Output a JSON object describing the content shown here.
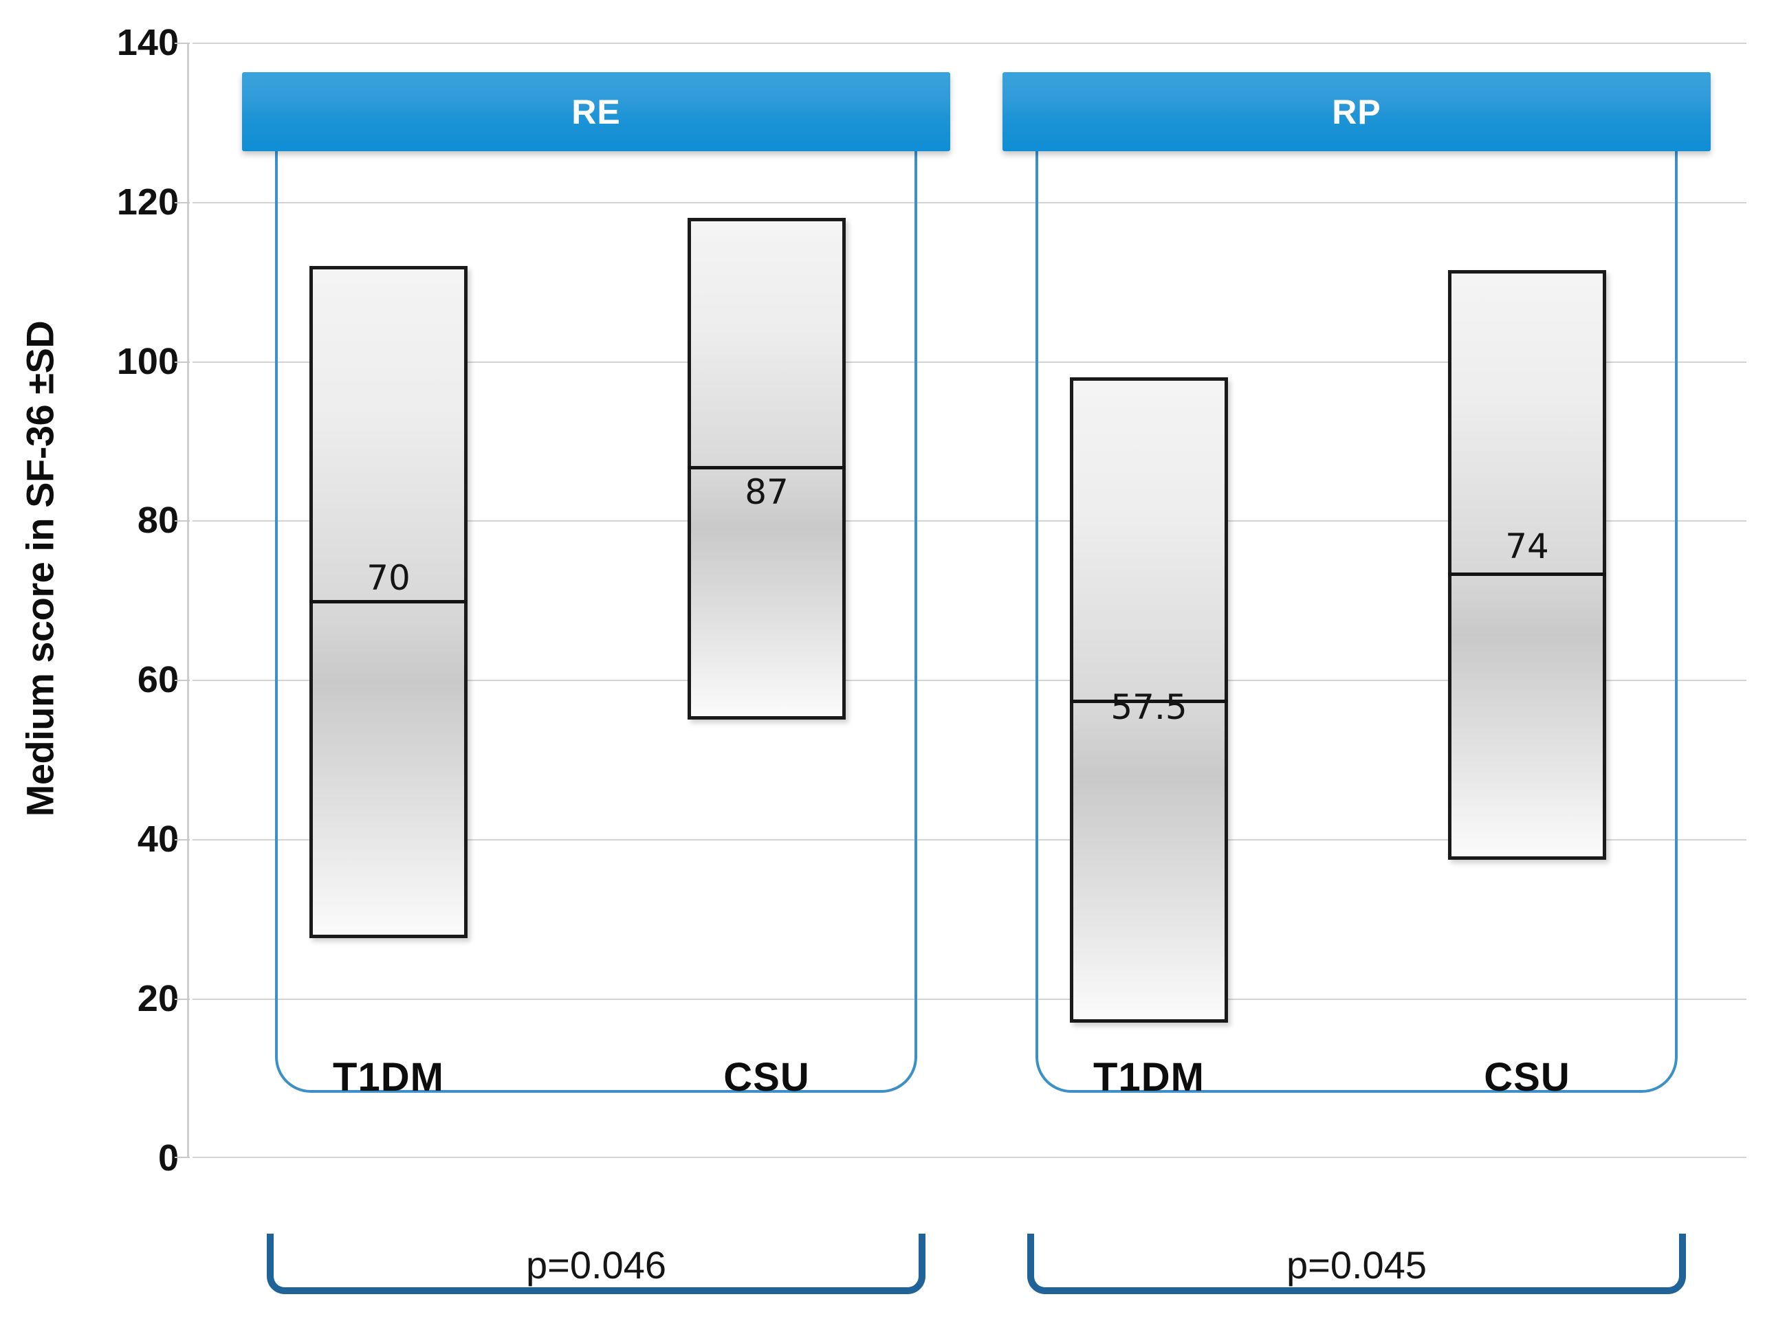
{
  "chart_data": {
    "type": "bar",
    "title": "",
    "subtitle": "",
    "xlabel": "",
    "ylabel": "Medium score in SF-36 ±SD",
    "ylim": [
      0,
      140
    ],
    "yticks": [
      "0",
      "20",
      "40",
      "60",
      "80",
      "100",
      "120",
      "140"
    ],
    "ytick_values": [
      0,
      20,
      40,
      60,
      80,
      100,
      120,
      140
    ],
    "grid": true,
    "legend": "none",
    "categories": [
      "T1DM",
      "CSU"
    ],
    "groups": [
      {
        "name": "RE",
        "p_value_label": "p=0.046",
        "bars": [
          {
            "category": "T1DM",
            "low": 27.5,
            "high": 112,
            "median": 70,
            "median_label": "70"
          },
          {
            "category": "CSU",
            "low": 55,
            "high": 118,
            "median": 87,
            "median_label": "87"
          }
        ]
      },
      {
        "name": "RP",
        "p_value_label": "p=0.045",
        "bars": [
          {
            "category": "T1DM",
            "low": 17,
            "high": 98,
            "median": 57.5,
            "median_label": "57.5"
          },
          {
            "category": "CSU",
            "low": 37.5,
            "high": 111.5,
            "median": 74,
            "median_label": "74"
          }
        ]
      }
    ]
  },
  "axis": {
    "y_title": "Medium score in SF-36 ±SD",
    "ticks": [
      "140",
      "120",
      "100",
      "80",
      "60",
      "40",
      "20",
      "0"
    ]
  },
  "groups": {
    "re": {
      "banner": "RE",
      "p_value": "p=0.046",
      "cat_left": "T1DM",
      "cat_right": "CSU"
    },
    "rp": {
      "banner": "RP",
      "p_value": "p=0.045",
      "cat_left": "T1DM",
      "cat_right": "CSU"
    }
  },
  "bar_values": {
    "re_t1dm": "70",
    "re_csu": "87",
    "rp_t1dm": "57.5",
    "rp_csu": "74"
  },
  "colors": {
    "banner_blue": "#1e94d6",
    "outline_blue": "#3b90c8",
    "bracket_blue": "#1f6399",
    "bar_border": "#1a1a1a",
    "gridline": "#d4d4d4"
  }
}
